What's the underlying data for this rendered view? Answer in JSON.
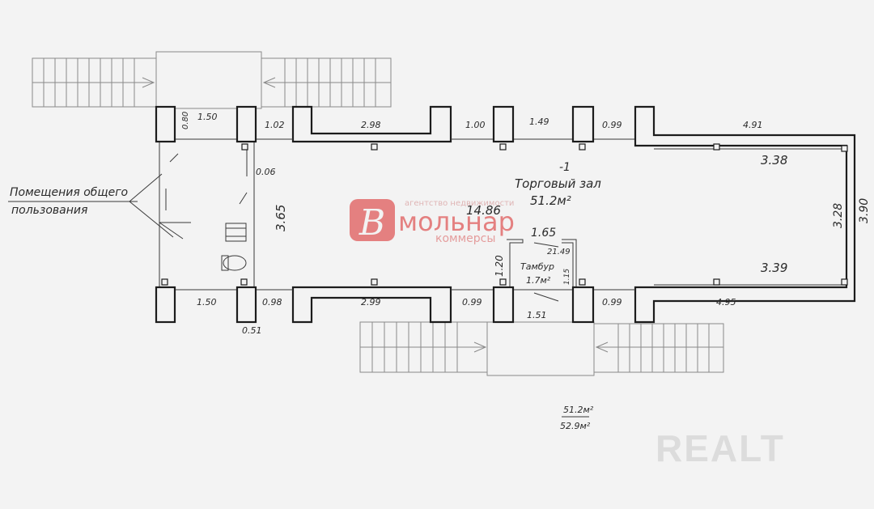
{
  "labels": {
    "room_number": "-1",
    "room_name": "Торговый зал",
    "room_area": "51.2м²",
    "common_rooms_line1": "Помещения общего",
    "common_rooms_line2": "пользования",
    "vestibule_name": "Тамбур",
    "vestibule_area": "1.7м²",
    "total_area_1": "51.2м²",
    "total_area_2": "52.9м²"
  },
  "dimensions": {
    "d_080": "0.80",
    "d_150_top": "1.50",
    "d_102": "1.02",
    "d_298": "2.98",
    "d_100": "1.00",
    "d_149": "1.49",
    "d_099_top": "0.99",
    "d_491": "4.91",
    "d_338": "3.38",
    "d_390": "3.90",
    "d_328": "3.28",
    "d_339": "3.39",
    "d_006": "0.06",
    "d_365": "3.65",
    "d_1486": "14.86",
    "d_165": "1.65",
    "d_2149": "21.49",
    "d_120": "1.20",
    "d_115": "1.15",
    "d_150_bot": "1.50",
    "d_098": "0.98",
    "d_299": "2.99",
    "d_099_bot1": "0.99",
    "d_151": "1.51",
    "d_099_bot2": "0.99",
    "d_495": "4.95",
    "d_051": "0.51"
  },
  "watermarks": {
    "agency_tagline": "агентство недвижимости",
    "agency_name": "мольнар",
    "agency_sub": "коммерсы",
    "site_logo": "REALT"
  },
  "colors": {
    "watermark_red": "#e05a5a",
    "watermark_gray": "#d8d8d8"
  }
}
